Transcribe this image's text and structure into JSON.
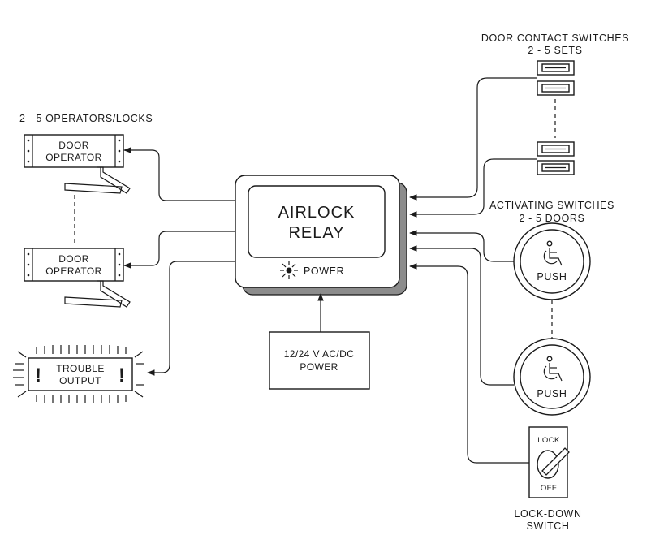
{
  "relay": {
    "line1": "AIRLOCK",
    "line2": "RELAY",
    "power_label": "POWER"
  },
  "power_supply": {
    "line1": "12/24 V AC/DC",
    "line2": "POWER"
  },
  "operators": {
    "title": "2 - 5 OPERATORS/LOCKS",
    "unit": {
      "line1": "DOOR",
      "line2": "OPERATOR"
    }
  },
  "trouble": {
    "line1": "TROUBLE",
    "line2": "OUTPUT",
    "mark": "!"
  },
  "door_contacts": {
    "line1": "DOOR CONTACT SWITCHES",
    "line2": "2 - 5 SETS"
  },
  "activating": {
    "line1": "ACTIVATING SWITCHES",
    "line2": "2 - 5 DOORS",
    "button_label": "PUSH"
  },
  "lockdown": {
    "line1": "LOCK-DOWN",
    "line2": "SWITCH",
    "lock_label": "LOCK",
    "off_label": "OFF"
  }
}
